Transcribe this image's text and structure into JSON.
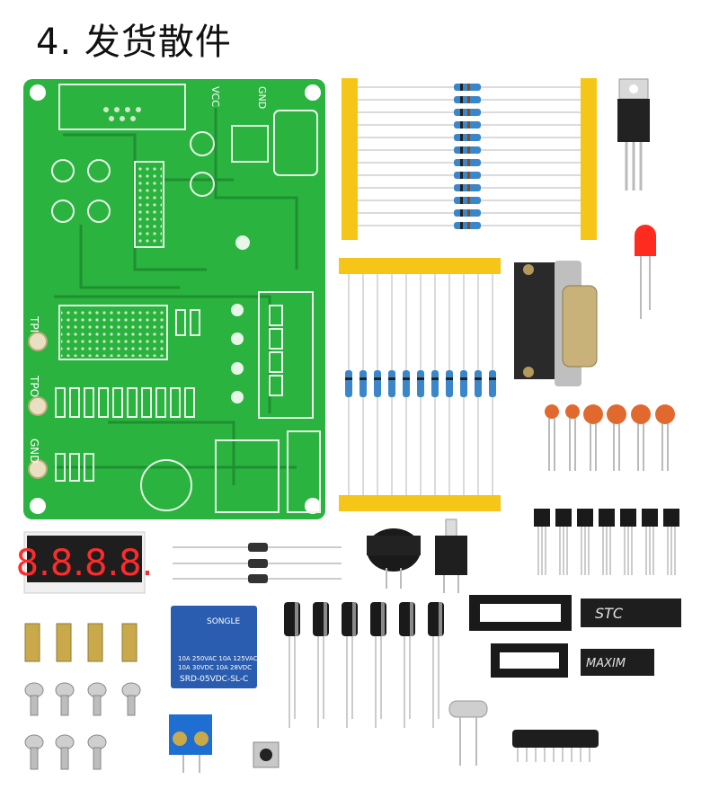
{
  "title": "4. 发货散件",
  "pcb": {
    "left_pins": [
      "TPI",
      "TPO",
      "GND"
    ],
    "top_labels": [
      "VCC",
      "GND"
    ]
  },
  "display_digits": "8.8.8.8.",
  "relay": {
    "brand": "SONGLE",
    "rating1": "10A 250VAC   10A 125VAC",
    "rating2": "10A  30VDC   10A  28VDC",
    "model": "SRD-05VDC-SL-C"
  },
  "chips": {
    "stc": "STC",
    "max": "MAXIM"
  },
  "colors": {
    "pcb": "#2bb33f",
    "pcb_dark": "#1f8f31",
    "tape": "#f5c518",
    "capacitor": "#e2692e",
    "display": "#ff2b2b",
    "relay": "#2a5db0"
  }
}
